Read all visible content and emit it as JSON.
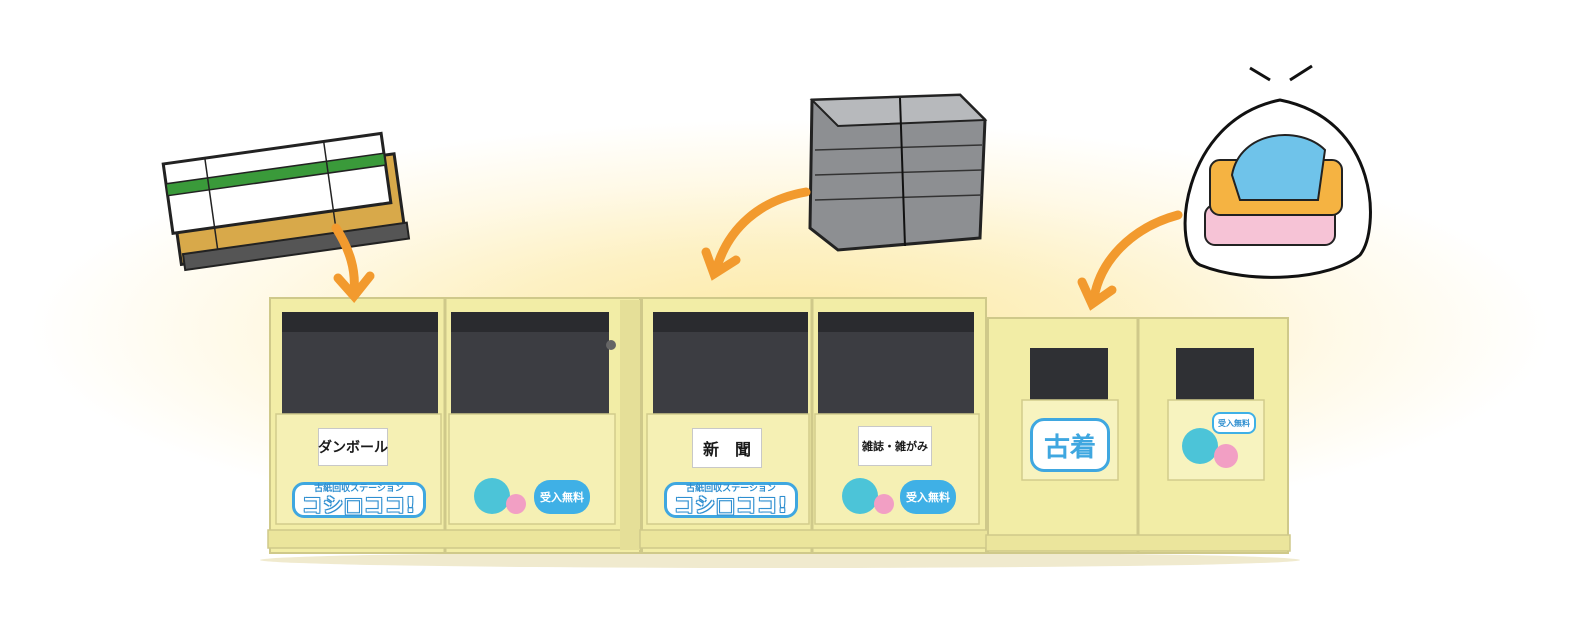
{
  "bins": [
    {
      "label": "ダンボール"
    },
    {
      "label": "新　聞"
    },
    {
      "label": "雑誌・雑がみ"
    },
    {
      "label": "古着"
    }
  ],
  "brand": {
    "subtitle": "古紙回収ステーション",
    "name": "コシ□ココ!"
  },
  "free_badge": "受入無料",
  "items": [
    {
      "name": "cardboard-bundle-icon"
    },
    {
      "name": "newspaper-stack-icon"
    },
    {
      "name": "clothes-bag-icon"
    }
  ],
  "colors": {
    "arrow": "#f29a2e",
    "bin_body": "#f3eeaa",
    "glow": "#fde9a4",
    "brand_blue": "#3fa7e0"
  }
}
